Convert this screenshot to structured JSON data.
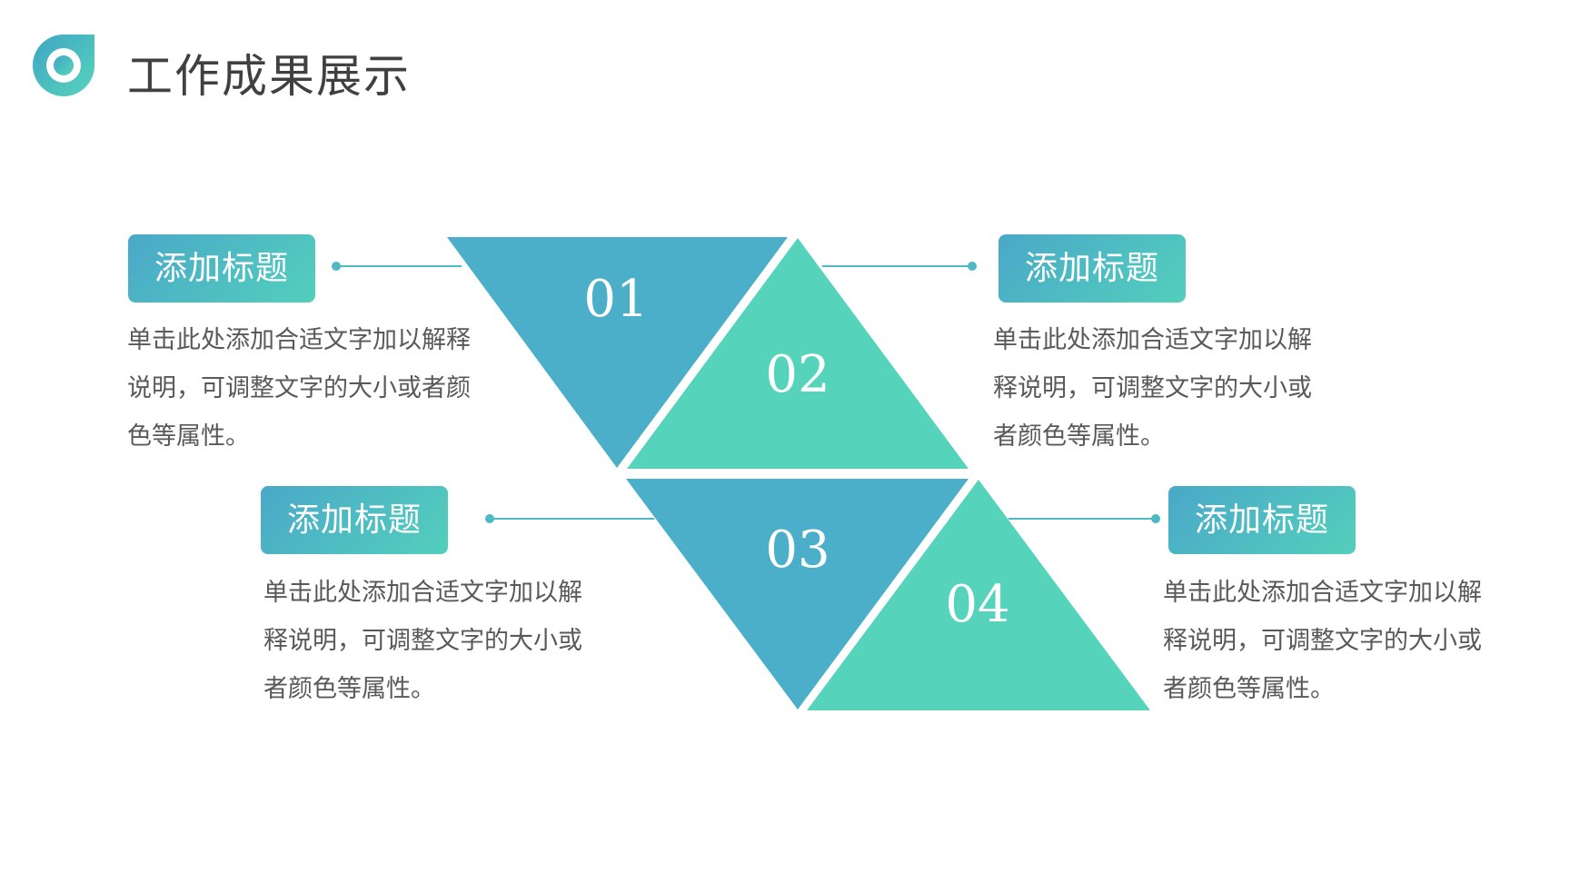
{
  "header": {
    "title": "工作成果展示",
    "logo_icon": "ring-drop-icon"
  },
  "colors": {
    "blue": "#4bafc9",
    "green": "#56d4bb",
    "connector": "#4eb8c3",
    "text": "#595959"
  },
  "items": [
    {
      "number": "01",
      "tag": "添加标题",
      "desc": "单击此处添加合适文字加以解释说明，可调整文字的大小或者颜色等属性。"
    },
    {
      "number": "02",
      "tag": "添加标题",
      "desc": "单击此处添加合适文字加以解释说明，可调整文字的大小或者颜色等属性。"
    },
    {
      "number": "03",
      "tag": "添加标题",
      "desc": "单击此处添加合适文字加以解释说明，可调整文字的大小或者颜色等属性。"
    },
    {
      "number": "04",
      "tag": "添加标题",
      "desc": "单击此处添加合适文字加以解释说明，可调整文字的大小或者颜色等属性。"
    }
  ]
}
